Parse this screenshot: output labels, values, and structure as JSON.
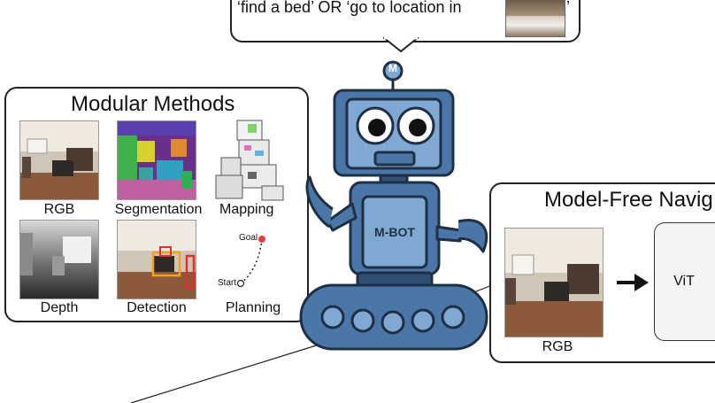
{
  "speech": {
    "quote_text": "‘find a bed’  OR  ‘go to location in",
    "closing_quote": "’"
  },
  "modular": {
    "title": "Modular Methods",
    "labels": {
      "rgb": "RGB",
      "segmentation": "Segmentation",
      "mapping": "Mapping",
      "depth": "Depth",
      "detection": "Detection",
      "planning": "Planning"
    },
    "planning_goal": "Goal",
    "planning_start": "Start"
  },
  "robot": {
    "badge_letter": "M",
    "chest_label": "M-BOT"
  },
  "model_free": {
    "title": "Model-Free Navig",
    "rgb_label": "RGB",
    "vit_label": "ViT"
  },
  "colors": {
    "robot_body": "#4a77a8",
    "robot_light": "#7fa9d3",
    "robot_dark": "#2f4f74",
    "outline": "#1f2f44"
  }
}
